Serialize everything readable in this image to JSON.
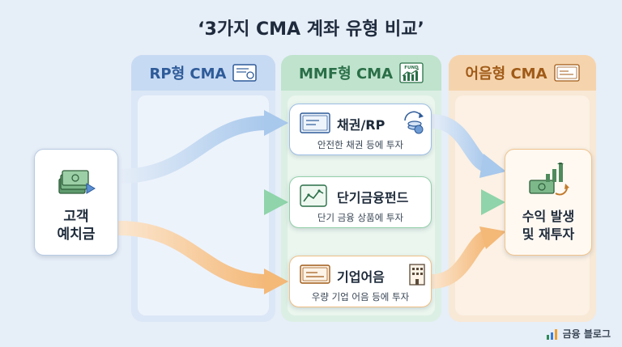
{
  "title": "‘3가지 CMA 계좌 유형 비교’",
  "columns": [
    {
      "label": "RP형 CMA",
      "icon": "certificate-icon",
      "color": "#2e5b99"
    },
    {
      "label": "MMF형 CMA",
      "icon": "fund-chart-icon",
      "icon_text": "FUND",
      "color": "#2a6f47"
    },
    {
      "label": "어음형 CMA",
      "icon": "bill-note-icon",
      "color": "#a05a17"
    }
  ],
  "source": {
    "label_line1": "고객",
    "label_line2": "예치금",
    "icon": "cash-stack-icon"
  },
  "items": [
    {
      "name": "채권/RP",
      "desc": "안전한 채권 등에 투자",
      "icon": "bond-certificate-icon",
      "icon2": "coin-cycle-icon"
    },
    {
      "name": "단기금융펀드",
      "desc": "단기 금융 상품에 투자",
      "icon": "line-chart-icon"
    },
    {
      "name": "기업어음",
      "desc": "우량 기업 어음 등에 투자",
      "icon": "promissory-note-icon",
      "icon2": "office-building-icon"
    }
  ],
  "result": {
    "label_line1": "수익 발생",
    "label_line2": "및 재투자",
    "icon": "money-growth-icon"
  },
  "footer": {
    "label": "금융 블로그",
    "icon": "bar-chart-icon"
  },
  "colors": {
    "blue_arrow": "#a8c8ec",
    "green_arrow": "#9fdcb6",
    "orange_arrow": "#f6c48f"
  }
}
